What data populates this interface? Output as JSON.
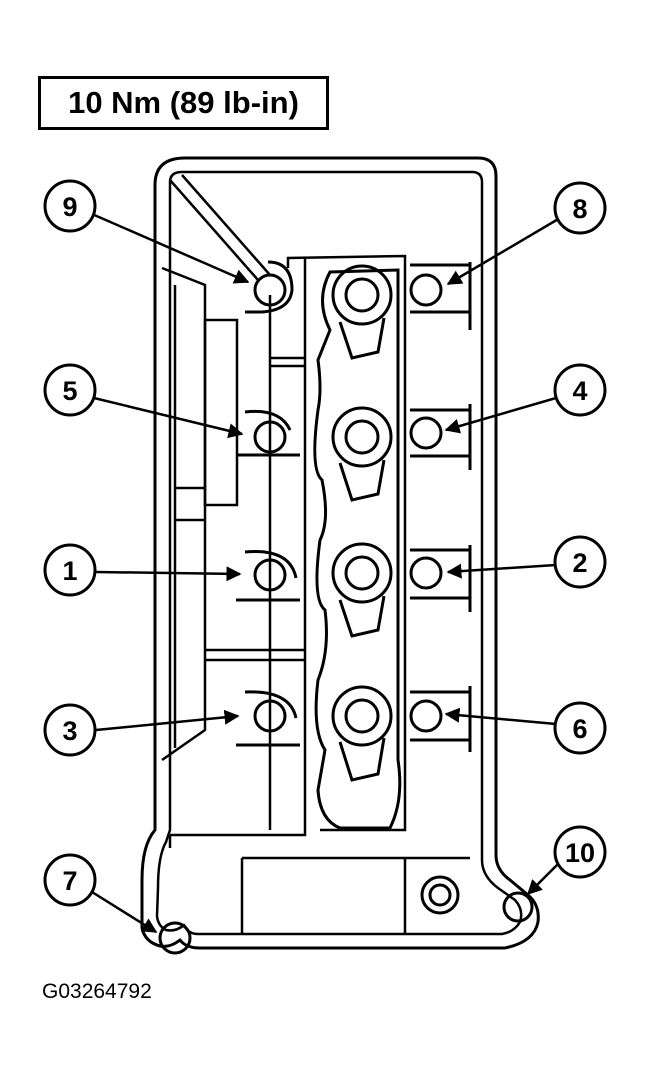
{
  "title": "10 Nm (89 lb-in)",
  "figure_id": "G03264792",
  "callouts": [
    {
      "label": "1"
    },
    {
      "label": "2"
    },
    {
      "label": "3"
    },
    {
      "label": "4"
    },
    {
      "label": "5"
    },
    {
      "label": "6"
    },
    {
      "label": "7"
    },
    {
      "label": "8"
    },
    {
      "label": "9"
    },
    {
      "label": "10"
    }
  ]
}
